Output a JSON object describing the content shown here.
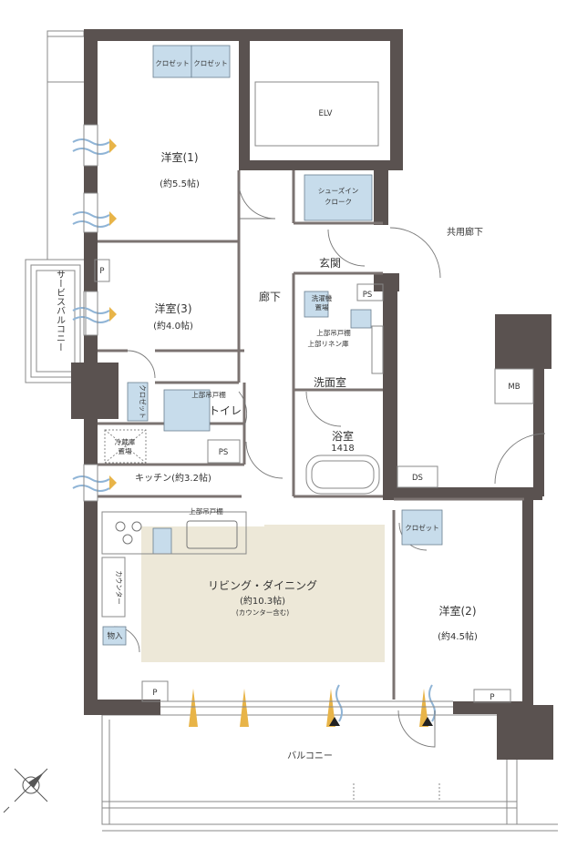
{
  "rooms": {
    "western_room_1": {
      "name": "洋室(1)",
      "size": "(約5.5帖)"
    },
    "western_room_2": {
      "name": "洋室(2)",
      "size": "(約4.5帖)"
    },
    "western_room_3": {
      "name": "洋室(3)",
      "size": "(約4.0帖)"
    },
    "living_dining": {
      "name": "リビング・ダイニング",
      "size": "(約10.3帖)",
      "note": "(カウンター含む)"
    },
    "kitchen": {
      "name": "キッチン(約3.2帖)"
    },
    "hallway": {
      "name": "廊下"
    },
    "entrance": {
      "name": "玄関"
    },
    "washroom": {
      "name": "洗面室"
    },
    "bathroom": {
      "name": "浴室",
      "size": "1418"
    },
    "toilet": {
      "name": "トイレ"
    },
    "balcony": {
      "name": "バルコニー"
    },
    "service_balcony": {
      "name": "サービスバルコニー"
    },
    "common_corridor": {
      "name": "共用廊下"
    }
  },
  "fixtures": {
    "closet": "クロゼット",
    "shoe_closet_line1": "シューズイン",
    "shoe_closet_line2": "クローク",
    "elv": "ELV",
    "mb": "MB",
    "ds": "DS",
    "ps": "PS",
    "p": "P",
    "washer_line1": "洗濯機",
    "washer_line2": "置場",
    "fridge_line1": "冷蔵庫",
    "fridge_line2": "置場",
    "upper_cabinet": "上部吊戸棚",
    "upper_linen": "上部リネン庫",
    "counter": "カウンター",
    "storage": "物入"
  }
}
